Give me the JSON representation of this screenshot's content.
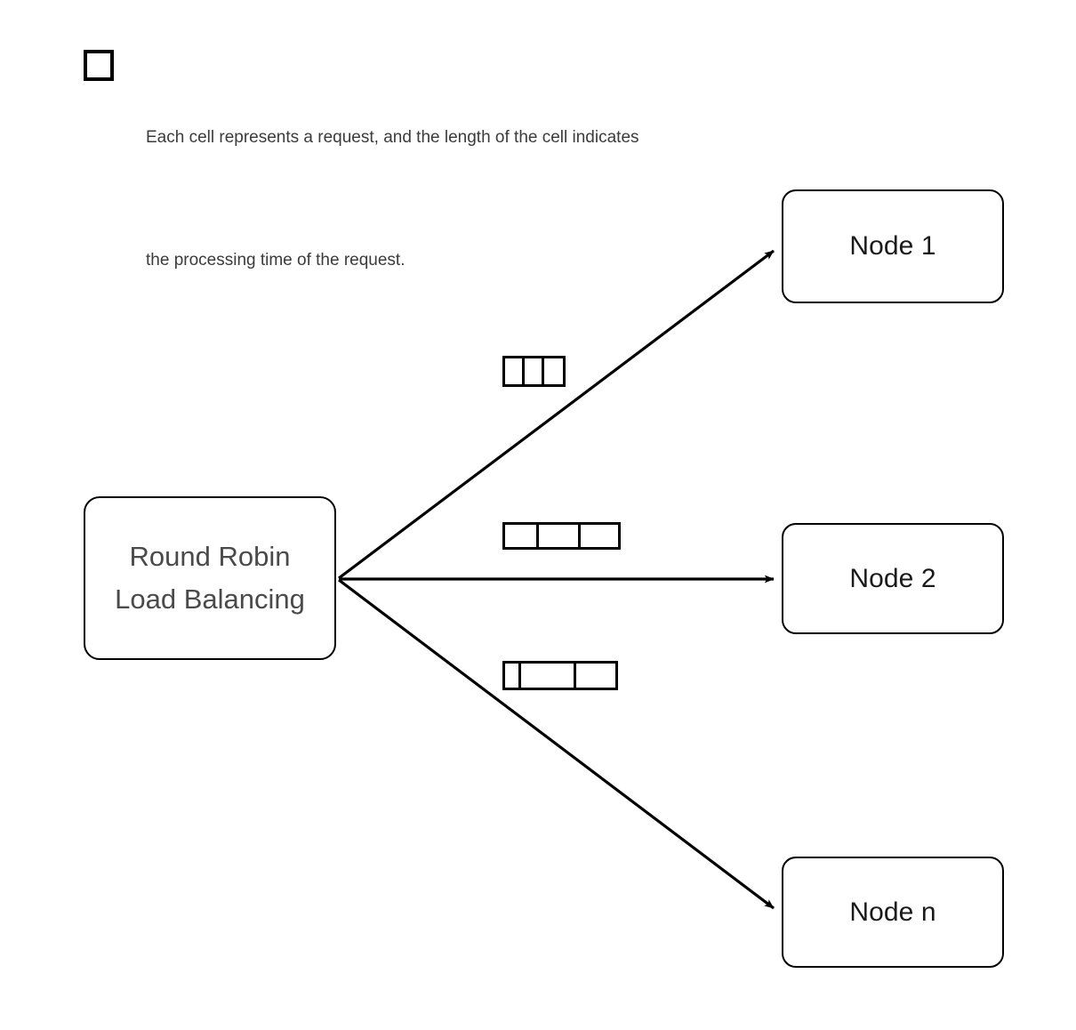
{
  "legend": {
    "icon": "empty-square-icon",
    "line1": "Each cell represents a request, and the length of the cell indicates",
    "line2": "the processing time of the request."
  },
  "balancer": {
    "line1": "Round Robin",
    "line2": "Load Balancing",
    "text_color": "#4a4a4a"
  },
  "nodes": [
    {
      "id": "node-1",
      "label": "Node 1"
    },
    {
      "id": "node-2",
      "label": "Node 2"
    },
    {
      "id": "node-n",
      "label": "Node n"
    }
  ],
  "queues": [
    {
      "target": "Node 1",
      "cell_widths": [
        22,
        22,
        21
      ],
      "cell_count": 3
    },
    {
      "target": "Node 2",
      "cell_widths": [
        38,
        47,
        42
      ],
      "cell_count": 3
    },
    {
      "target": "Node n",
      "cell_widths": [
        18,
        62,
        44
      ],
      "cell_count": 3
    }
  ],
  "edges": [
    {
      "from": "Round Robin Load Balancing",
      "to": "Node 1",
      "direction": "up-right"
    },
    {
      "from": "Round Robin Load Balancing",
      "to": "Node 2",
      "direction": "right"
    },
    {
      "from": "Round Robin Load Balancing",
      "to": "Node n",
      "direction": "down-right"
    }
  ],
  "colors": {
    "stroke": "#000000",
    "background": "#ffffff",
    "legend_text": "#3b3b3b",
    "node_text": "#1a1a1a"
  }
}
